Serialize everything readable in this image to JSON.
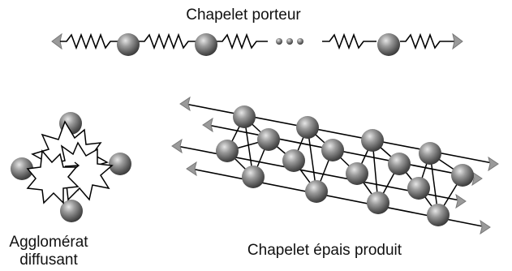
{
  "labels": {
    "carrier_chain": "Chapelet porteur",
    "agglomerate_line1": "Agglomérat",
    "agglomerate_line2": "diffusant",
    "thick_chain": "Chapelet épais produit"
  },
  "colors": {
    "bead_light": "#c8c8c8",
    "bead_mid": "#7a7a7a",
    "bead_dark": "#3a3a3a",
    "ink": "#000000",
    "arrow_head": "#9a9a9a"
  }
}
